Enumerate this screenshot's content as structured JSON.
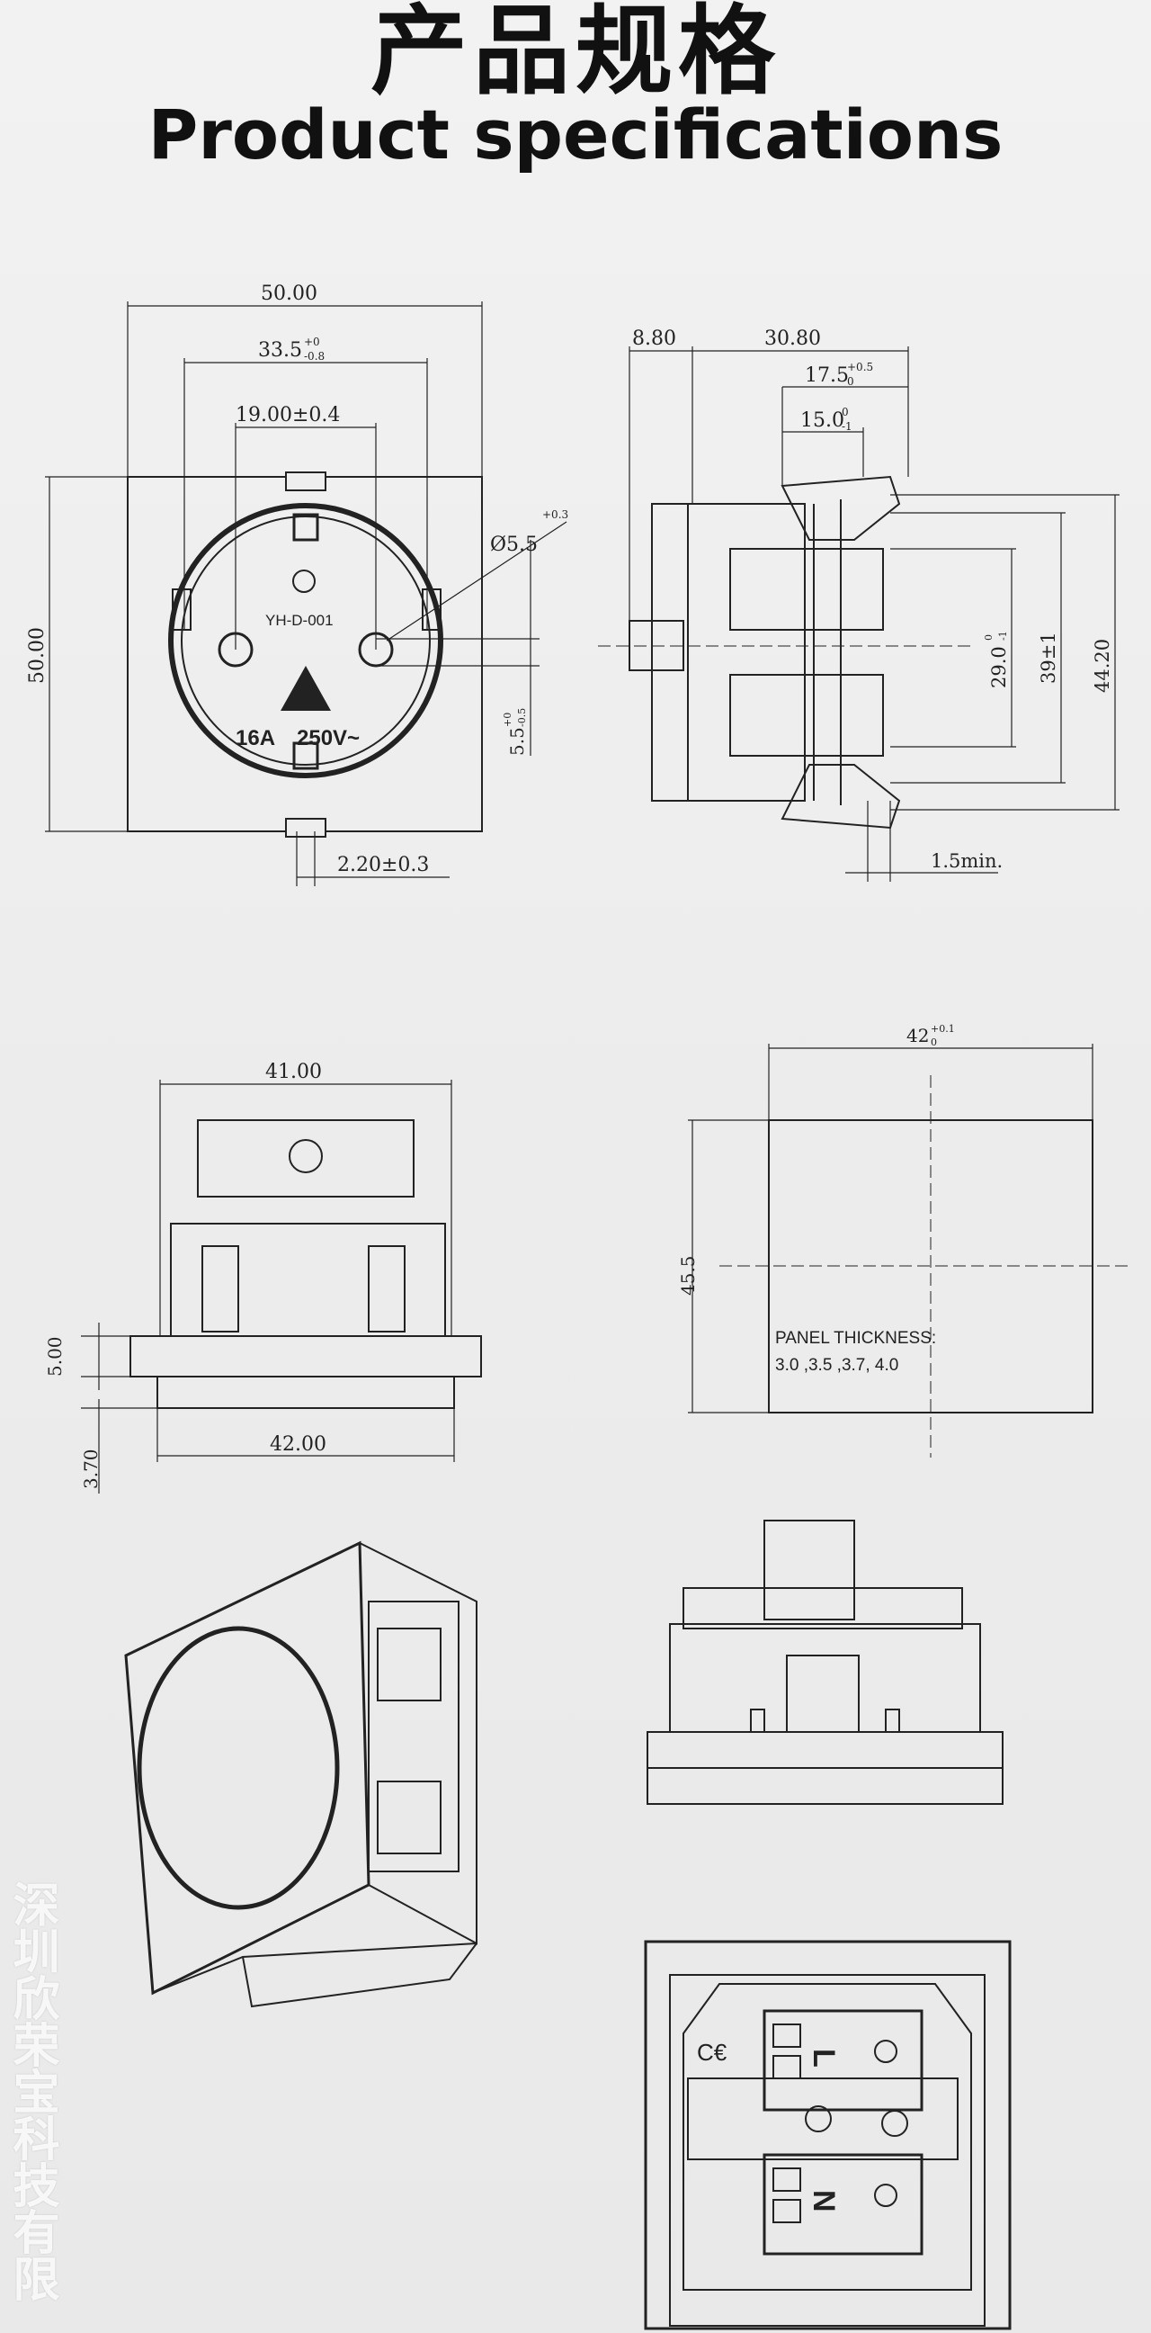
{
  "header": {
    "title_cn": "产品规格",
    "title_en": "Product specifications"
  },
  "front_view": {
    "dim_width": "50.00",
    "dim_inner": "33.5",
    "dim_inner_tol_top": "+0",
    "dim_inner_tol_bottom": "-0.8",
    "dim_pins": "19.00±0.4",
    "dim_height": "50.00",
    "dim_hole": "Ø5.5",
    "dim_hole_tol": "+0.3",
    "dim_pin_offset": "5.5",
    "dim_pin_offset_tol_top": "+0",
    "dim_pin_offset_tol_bottom": "-0.5",
    "dim_slot": "2.20±0.3",
    "model": "YH-D-001",
    "rating_current": "16A",
    "rating_voltage": "250V~"
  },
  "side_view": {
    "dim_a": "8.80",
    "dim_b": "30.80",
    "dim_c": "17.5",
    "dim_c_tol_top": "+0.5",
    "dim_c_tol_bottom": "0",
    "dim_d": "15.0",
    "dim_d_tol_top": "0",
    "dim_d_tol_bottom": "-1",
    "dim_e": "29.0",
    "dim_e_tol_top": "0",
    "dim_e_tol_bottom": "-1",
    "dim_f": "39±1",
    "dim_g": "44.20",
    "dim_min": "1.5min."
  },
  "bottom_view": {
    "dim_top": "41.00",
    "dim_bottom": "42.00",
    "dim_5": "5.00",
    "dim_37": "3.70"
  },
  "cutout": {
    "dim_width": "42",
    "dim_width_tol_top": "+0.1",
    "dim_width_tol_bottom": "0",
    "dim_height": "45.5",
    "panel_label": "PANEL THICKNESS:",
    "panel_values": "3.0 ,3.5 ,3.7, 4.0"
  },
  "rear_view": {
    "terminal_L": "L",
    "terminal_N": "N"
  },
  "watermark": "深圳欣荣宝科技有限"
}
